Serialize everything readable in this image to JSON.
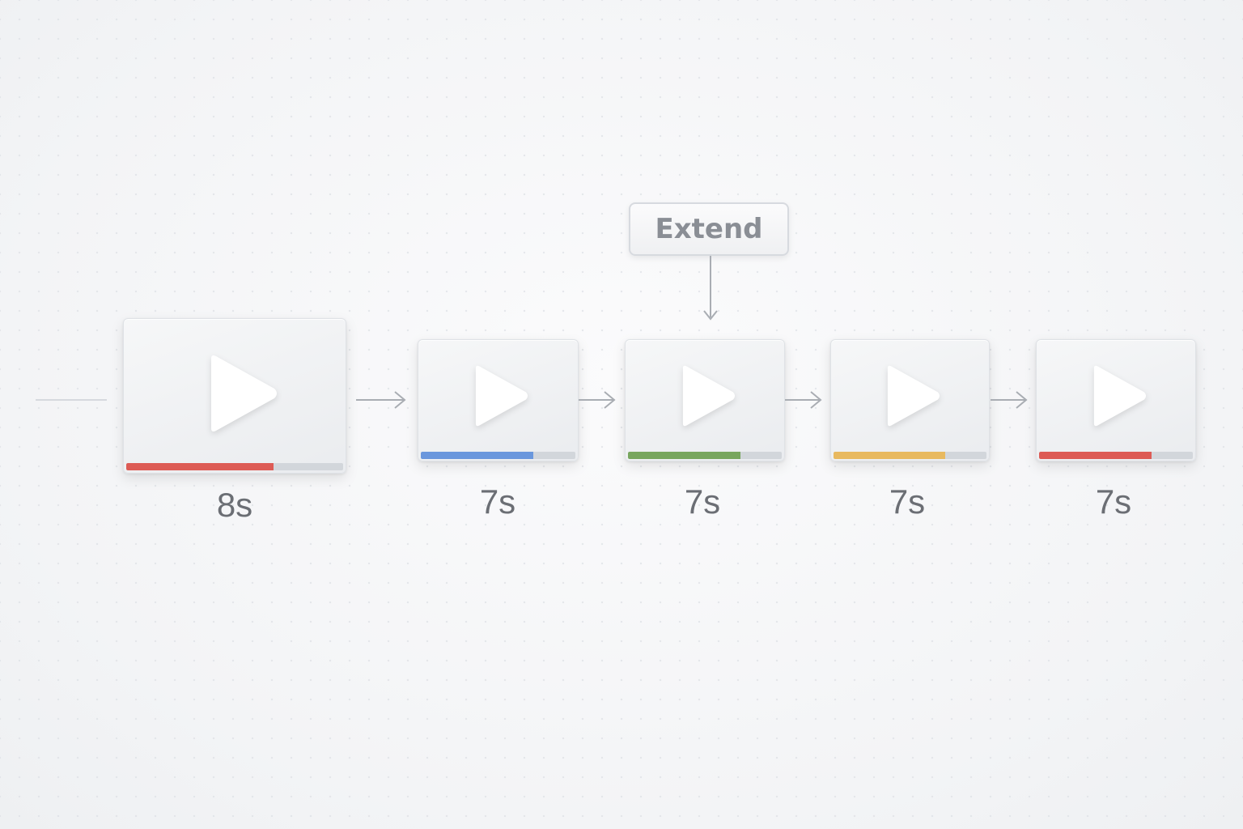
{
  "extend": {
    "label": "Extend"
  },
  "clips": [
    {
      "duration": "8s",
      "progress": 0.68,
      "color": "#dd5b55"
    },
    {
      "duration": "7s",
      "progress": 0.73,
      "color": "#6a97dd"
    },
    {
      "duration": "7s",
      "progress": 0.73,
      "color": "#78a65e"
    },
    {
      "duration": "7s",
      "progress": 0.73,
      "color": "#e8b95f"
    },
    {
      "duration": "7s",
      "progress": 0.73,
      "color": "#dd5b55"
    }
  ],
  "icons": {
    "clip": "play-icon",
    "connector": "arrow-right-icon",
    "extend_pointer": "arrow-down-icon"
  },
  "colors": {
    "background": "#f4f5f7",
    "card": "#eceef1",
    "track": "#d2d6db",
    "text": "#6b6e74",
    "connector": "#a9adb3"
  }
}
